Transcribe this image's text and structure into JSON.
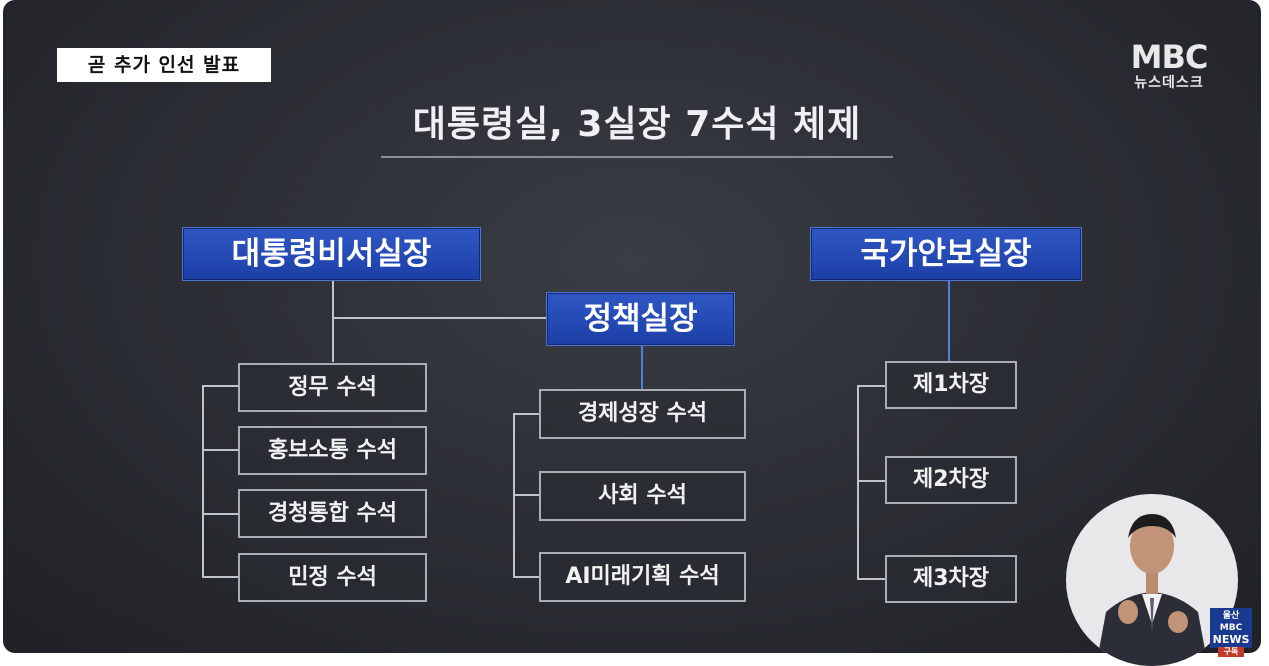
{
  "caption": "곧 추가 인선 발표",
  "logo": {
    "main": "MBC",
    "sub": "뉴스데스크"
  },
  "title": "대통령실, 3실장 7수석 체제",
  "heads": {
    "chief_secretary": "대통령비서실장",
    "policy": "정책실장",
    "national_security": "국가안보실장"
  },
  "chief_secretary_units": [
    "정무 수석",
    "홍보소통 수석",
    "경청통합 수석",
    "민정 수석"
  ],
  "policy_units": [
    "경제성장 수석",
    "사회 수석",
    "AI미래기획 수석"
  ],
  "security_units": [
    "제1차장",
    "제2차장",
    "제3차장"
  ],
  "badge": {
    "line1": "울산 MBC",
    "line2": "NEWS",
    "line3": "구독"
  },
  "colors": {
    "head_blue": "#2447b3",
    "connector_blue": "#4f7fdf",
    "background": "#2c2f35"
  }
}
